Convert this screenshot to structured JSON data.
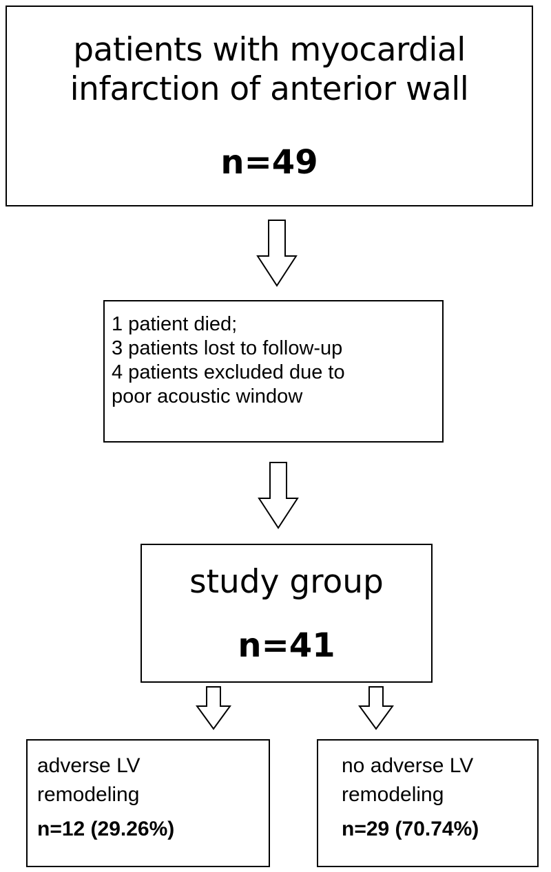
{
  "top_box": {
    "title_line1": "patients with myocardial",
    "title_line2": "infarction of anterior wall",
    "count": "n=49"
  },
  "exclusion_box": {
    "lines": [
      "1 patient died;",
      "3 patients lost to follow-up",
      "4 patients excluded due to",
      "poor acoustic window"
    ]
  },
  "study_box": {
    "title": "study group",
    "count": "n=41"
  },
  "outcomes": [
    {
      "line1": "adverse LV",
      "line2": "remodeling",
      "count": "n=12 (29.26%)"
    },
    {
      "line1": "no adverse LV",
      "line2": "remodeling",
      "count": "n=29 (70.74%)"
    }
  ],
  "colors": {
    "stroke": "#000000",
    "background": "#ffffff"
  }
}
